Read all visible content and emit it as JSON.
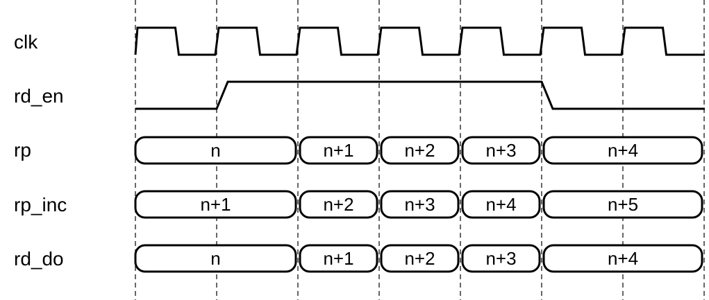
{
  "signals": [
    {
      "name": "clk",
      "kind": "clock"
    },
    {
      "name": "rd_en",
      "kind": "bit",
      "levels": [
        0,
        1,
        1,
        1,
        1,
        0,
        0
      ]
    },
    {
      "name": "rp",
      "kind": "bus",
      "segments": [
        {
          "label": "n",
          "start": 0,
          "end": 2
        },
        {
          "label": "n+1",
          "start": 2,
          "end": 3
        },
        {
          "label": "n+2",
          "start": 3,
          "end": 4
        },
        {
          "label": "n+3",
          "start": 4,
          "end": 5
        },
        {
          "label": "n+4",
          "start": 5,
          "end": 7
        }
      ]
    },
    {
      "name": "rp_inc",
      "kind": "bus",
      "segments": [
        {
          "label": "n+1",
          "start": 0,
          "end": 2
        },
        {
          "label": "n+2",
          "start": 2,
          "end": 3
        },
        {
          "label": "n+3",
          "start": 3,
          "end": 4
        },
        {
          "label": "n+4",
          "start": 4,
          "end": 5
        },
        {
          "label": "n+5",
          "start": 5,
          "end": 7
        }
      ]
    },
    {
      "name": "rd_do",
      "kind": "bus",
      "segments": [
        {
          "label": "n",
          "start": 0,
          "end": 2
        },
        {
          "label": "n+1",
          "start": 2,
          "end": 3
        },
        {
          "label": "n+2",
          "start": 3,
          "end": 4
        },
        {
          "label": "n+3",
          "start": 4,
          "end": 5
        },
        {
          "label": "n+4",
          "start": 5,
          "end": 7
        }
      ]
    }
  ],
  "half_periods": 14
}
